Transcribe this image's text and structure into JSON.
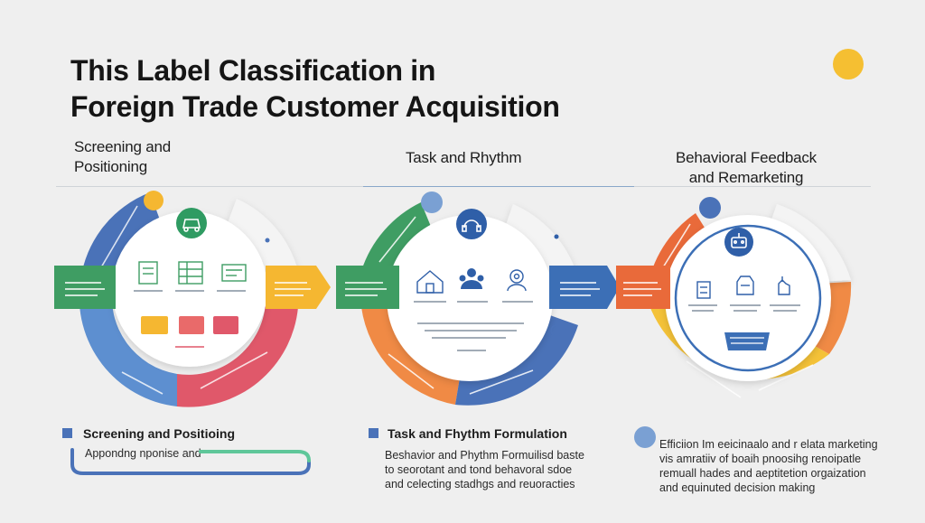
{
  "title": {
    "line1": "This Label Classification in",
    "line2": "Foreign Trade Customer Acquisition"
  },
  "columns": [
    {
      "heading": [
        "Screening and",
        "Positioning"
      ],
      "bottom_title": "Screening and Positioing",
      "bottom_lines": [
        "Appondng nponise and"
      ],
      "colors": {
        "ring_a": "#4a72b8",
        "ring_b": "#5d8fd0",
        "ring_c": "#e0586a",
        "ring_d": "#f2f2f2",
        "left_tab": "#3f9d63",
        "right_tab": "#f5b731",
        "center_icon": "#2f9b62"
      },
      "center_icon": "car-icon",
      "item_icons": [
        "document-icon",
        "spreadsheet-icon",
        "card-icon"
      ]
    },
    {
      "heading": [
        "Task and Rhythm"
      ],
      "bottom_title": "Task and Fhythm Formulation",
      "bottom_lines": [
        "Beshavior and Phythm Formuilisd baste",
        "to seorotant and tond behavoral sdoe",
        "and celecting stadhgs and reuoracties"
      ],
      "colors": {
        "ring_a": "#3f9d63",
        "ring_b": "#f08a45",
        "ring_c": "#4a72b8",
        "ring_d": "#f2f2f2",
        "left_tab": "#3f9d63",
        "right_tab": "#3c6fb6",
        "center_icon": "#2f5fa8"
      },
      "center_icon": "headset-icon",
      "item_icons": [
        "house-icon",
        "user-group-icon",
        "gear-people-icon"
      ]
    },
    {
      "heading": [
        "Behavioral Feedback",
        "and Remarketing"
      ],
      "bottom_title": "",
      "bottom_lines": [
        "Efficiion Im eeicinaalo and r elata marketing",
        "vis amratiiv of boaih pnoosihg renoipatle",
        "remuall hades and aeptitetion orgaization",
        "and equinuted decision making"
      ],
      "colors": {
        "ring_a": "#e96a3a",
        "ring_b": "#f4c238",
        "ring_c": "#f08a45",
        "ring_d": "#f2f2f2",
        "left_tab": "#e96a3a",
        "right_tab": "#f4c238",
        "center_icon": "#2f5fa8"
      },
      "center_icon": "robot-icon",
      "item_icons": [
        "checklist-icon",
        "inbox-icon",
        "hand-icon"
      ]
    }
  ],
  "accent_colors": {
    "orange_dot": "#f5b731",
    "blue_dot": "#7aa0d3",
    "yellow_dot": "#f5c033"
  }
}
